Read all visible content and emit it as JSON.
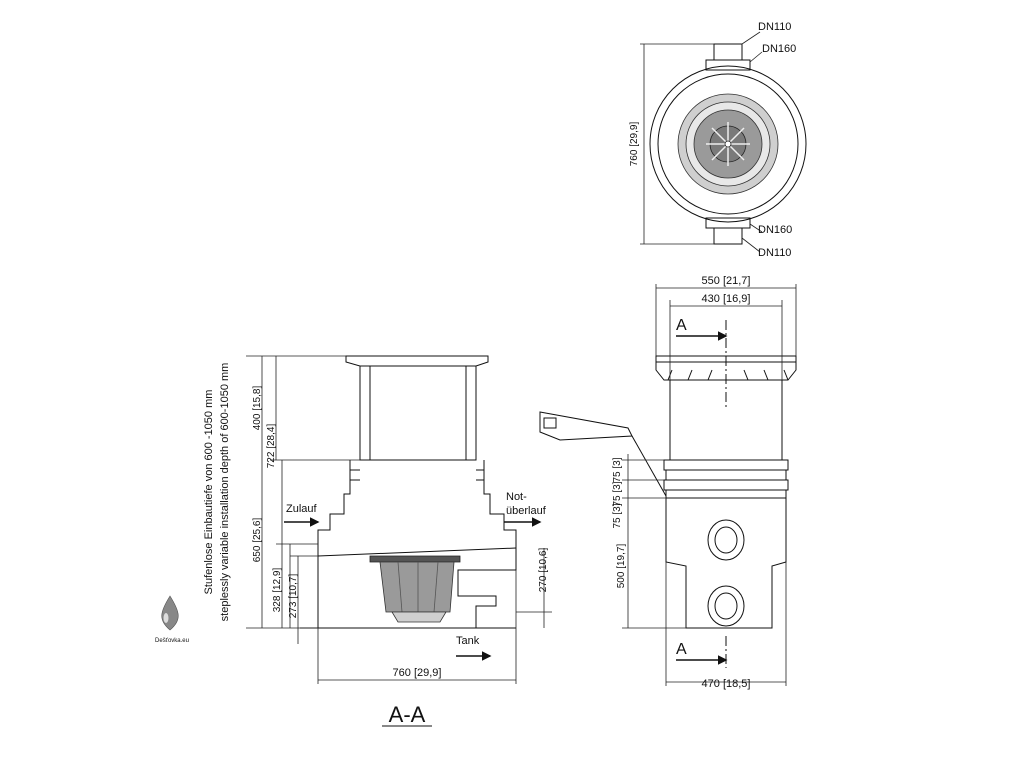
{
  "top_view": {
    "label_dn110_top": "DN110",
    "label_dn160_top": "DN160",
    "label_dn160_bottom": "DN160",
    "label_dn110_bottom": "DN110",
    "dim_height": "760 [29,9]"
  },
  "section": {
    "vertical_text_de": "Stufenlose Einbautiefe von 600 -1050 mm",
    "vertical_text_en": "steplessly variable installation depth of 600-1050 mm",
    "dim_400": "400 [15,8]",
    "dim_722": "722 [28,4]",
    "dim_650": "650 [25,6]",
    "dim_328": "328 [12,9]",
    "dim_273": "273 [10,7]",
    "dim_270": "270 [10,6]",
    "dim_760": "760 [29,9]",
    "label_zulauf": "Zulauf",
    "label_not": "Not-",
    "label_ueberlauf": "überlauf",
    "label_tank": "Tank",
    "section_title": "A-A"
  },
  "side_view": {
    "dim_550": "550 [21,7]",
    "dim_430": "430 [16,9]",
    "dim_75a": "75 [3]",
    "dim_75b": "75 [3]",
    "dim_75c": "75 [3]",
    "dim_500": "500 [19,7]",
    "dim_470": "470 [18,5]",
    "section_mark_top": "A",
    "section_mark_bottom": "A"
  },
  "logo": {
    "text": "Dešťovka.eu"
  }
}
